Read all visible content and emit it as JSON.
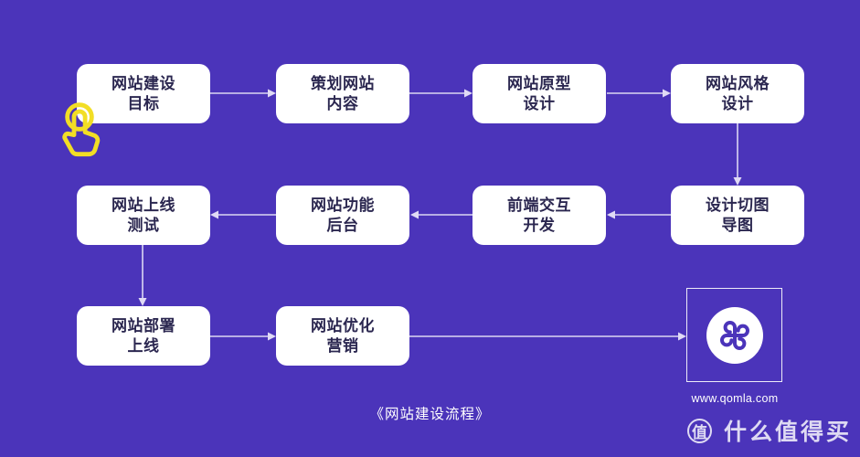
{
  "colors": {
    "background": "#4B34BA",
    "node_fill": "#FFFFFF",
    "node_text": "#2B2750",
    "connector": "#E8E4F8",
    "hand_icon": "#F2DE25",
    "logo_mark": "#4B34BA"
  },
  "flow": {
    "caption": "《网站建设流程》",
    "nodes": [
      {
        "line1": "网站建设",
        "line2": "目标"
      },
      {
        "line1": "策划网站",
        "line2": "内容"
      },
      {
        "line1": "网站原型",
        "line2": "设计"
      },
      {
        "line1": "网站风格",
        "line2": "设计"
      },
      {
        "line1": "网站上线",
        "line2": "测试"
      },
      {
        "line1": "网站功能",
        "line2": "后台"
      },
      {
        "line1": "前端交互",
        "line2": "开发"
      },
      {
        "line1": "设计切图",
        "line2": "导图"
      },
      {
        "line1": "网站部署",
        "line2": "上线"
      },
      {
        "line1": "网站优化",
        "line2": "营销"
      }
    ],
    "edges": [
      {
        "from": "网站建设目标",
        "to": "策划网站内容"
      },
      {
        "from": "策划网站内容",
        "to": "网站原型设计"
      },
      {
        "from": "网站原型设计",
        "to": "网站风格设计"
      },
      {
        "from": "网站风格设计",
        "to": "设计切图导图"
      },
      {
        "from": "设计切图导图",
        "to": "前端交互开发"
      },
      {
        "from": "前端交互开发",
        "to": "网站功能后台"
      },
      {
        "from": "网站功能后台",
        "to": "网站上线测试"
      },
      {
        "from": "网站上线测试",
        "to": "网站部署上线"
      },
      {
        "from": "网站部署上线",
        "to": "网站优化营销"
      },
      {
        "from": "网站优化营销",
        "to": "qomla-logo"
      }
    ]
  },
  "logo": {
    "url_label": "www.qomla.com"
  },
  "watermark": {
    "icon_char": "值",
    "label": "什么值得买"
  }
}
